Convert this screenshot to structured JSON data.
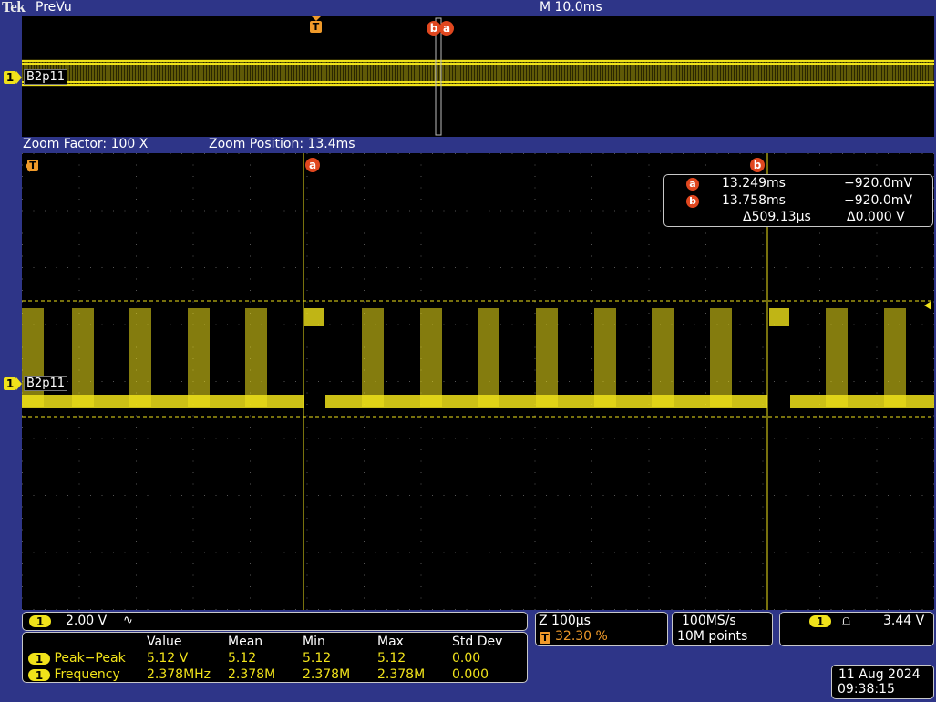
{
  "header": {
    "brand": "Tek",
    "mode": "PreVu",
    "timebase": "M 10.0ms"
  },
  "overview": {
    "trigger_marker": "T",
    "cursor_b_marker": "b",
    "cursor_a_marker": "a",
    "channel_tag": "1",
    "channel_label": "B2p11"
  },
  "zoom_info": {
    "factor": "Zoom Factor: 100 X",
    "position": "Zoom Position: 13.4ms"
  },
  "zoom": {
    "trigger_marker": "T",
    "cursor_a_marker": "a",
    "cursor_b_marker": "b",
    "channel_tag": "1",
    "channel_label": "B2p11"
  },
  "cursor_readout": {
    "a_label": "a",
    "a_time": "13.249ms",
    "a_volt": "−920.0mV",
    "b_label": "b",
    "b_time": "13.758ms",
    "b_volt": "−920.0mV",
    "delta_time": "Δ509.13µs",
    "delta_volt": "Δ0.000 V"
  },
  "channel_status": {
    "tag": "1",
    "scale": "2.00 V",
    "coupling_icon": "ac-coupling-icon",
    "coupling_glyph": "∿"
  },
  "measurements": {
    "headers": [
      "Value",
      "Mean",
      "Min",
      "Max",
      "Std Dev"
    ],
    "rows": [
      {
        "ch": "1",
        "name": "Peak−Peak",
        "value": "5.12 V",
        "mean": "5.12",
        "min": "5.12",
        "max": "5.12",
        "std": "0.00"
      },
      {
        "ch": "1",
        "name": "Frequency",
        "value": "2.378MHz",
        "mean": "2.378M",
        "min": "2.378M",
        "max": "2.378M",
        "std": "0.000"
      }
    ]
  },
  "zoom_status": {
    "scale": "Z 100µs",
    "trigger_tag": "T",
    "trigger_pos": "32.30 %"
  },
  "acquisition": {
    "rate": "100MS/s",
    "length": "10M points"
  },
  "trigger": {
    "tag": "1",
    "slope_icon": "rising-edge-icon",
    "slope_glyph": "⩍",
    "level": "3.44 V"
  },
  "datetime": {
    "date": "11 Aug 2024",
    "time": "09:38:15"
  },
  "colors": {
    "background": "#2e3588",
    "trace": "#f0e21a",
    "cursor_marker": "#e0471f",
    "trigger_pos_text": "#f09a2a"
  }
}
